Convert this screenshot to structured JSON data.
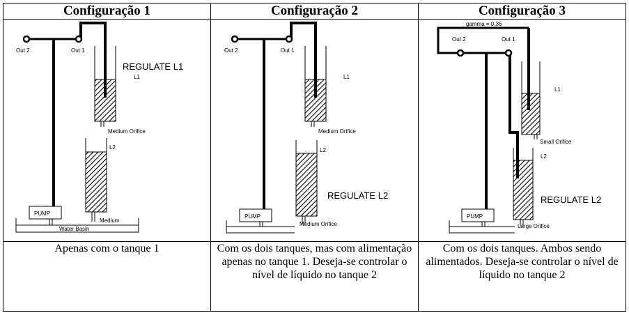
{
  "headers": [
    "Configuração 1",
    "Configuração 2",
    "Configuração 3"
  ],
  "captions": [
    "Apenas com o tanque 1",
    "Com os dois tanques, mas com alimentação apenas no tanque 1. Deseja-se controlar o nível de líquido no tanque 2",
    "Com os dois tanques. Ambos sendo alimentados. Deseja-se controlar o nível de líquido no tanque 2"
  ],
  "config1": {
    "out2": "Out 2",
    "out1": "Out 1",
    "regulate": "REGULATE L1",
    "l1": "L1",
    "orifice": "Medium Orifice",
    "l2": "L2",
    "pump": "PUMP",
    "orifice2": "Medium",
    "basin": "Water Basin"
  },
  "config2": {
    "out2": "Out 2",
    "out1": "Out 1",
    "l1": "L1",
    "orifice": "Medium Orifice",
    "l2": "L2",
    "regulate": "REGULATE L2",
    "pump": "PUMP",
    "orifice2": "Medium Orifice"
  },
  "config3": {
    "gamma": "gamma = 0.36",
    "out2": "Out 2",
    "out1": "Out 1",
    "l1": "L1",
    "orifice": "Small Orifice",
    "l2": "L2",
    "regulate": "REGULATE L2",
    "pump": "PUMP",
    "orifice2": "Large Orifice"
  },
  "colors": {
    "line": "#000000",
    "background": "#ffffff"
  }
}
